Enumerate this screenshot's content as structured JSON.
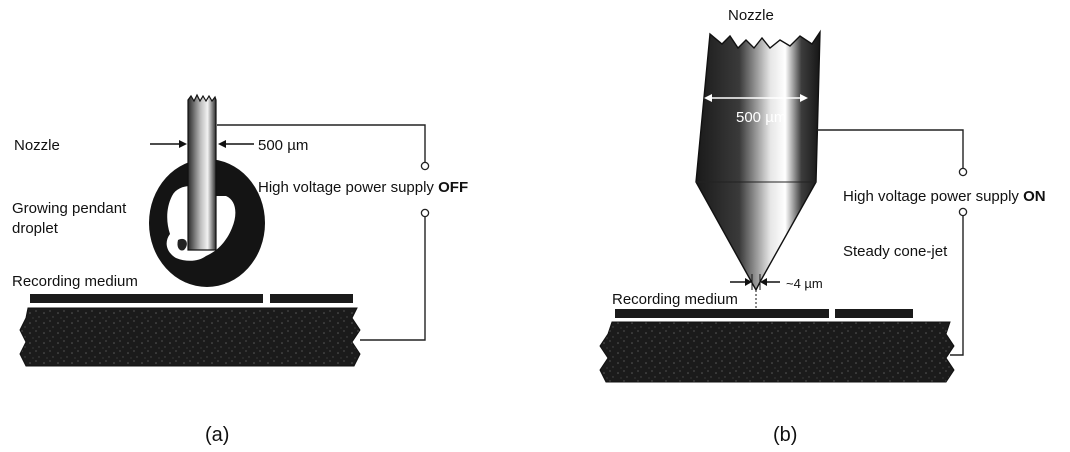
{
  "panel_a": {
    "nozzle_label": "Nozzle",
    "dimension_label": "500 µm",
    "droplet_label_line1": "Growing pendant",
    "droplet_label_line2": "droplet",
    "power_label": "High voltage power supply ",
    "power_state": "OFF",
    "medium_label": "Recording medium",
    "caption": "(a)"
  },
  "panel_b": {
    "nozzle_label": "Nozzle",
    "nozzle_width_label": "500 µm",
    "jet_width_label": "~4 µm",
    "power_label": "High voltage power supply ",
    "power_state": "ON",
    "jet_label": "Steady cone-jet",
    "medium_label": "Recording medium",
    "caption": "(b)"
  },
  "colors": {
    "ink": "#111111",
    "substrate": "#1c1c1c",
    "background": "#ffffff"
  }
}
